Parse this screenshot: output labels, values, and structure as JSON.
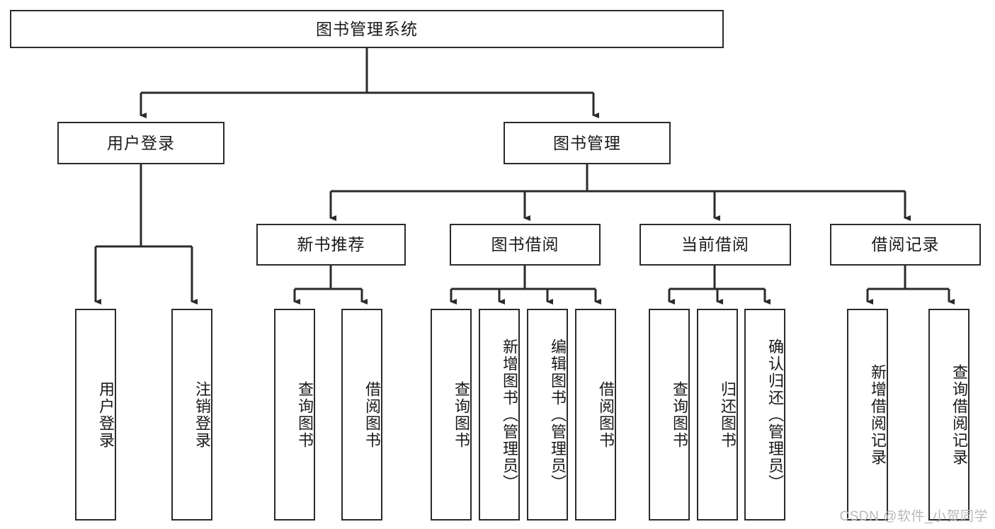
{
  "diagram": {
    "title": "图书管理系统",
    "type": "tree-hierarchy-diagram",
    "colors": {
      "box_border": "#2b2b2b",
      "box_fill": "#ffffff",
      "connector": "#2b2b2b",
      "text": "#1a1a1a",
      "watermark": "#b9b9b9"
    },
    "root": {
      "label": "图书管理系统"
    },
    "level2": [
      {
        "label": "用户登录"
      },
      {
        "label": "图书管理"
      }
    ],
    "level3": [
      {
        "label": "新书推荐"
      },
      {
        "label": "图书借阅"
      },
      {
        "label": "当前借阅"
      },
      {
        "label": "借阅记录"
      }
    ],
    "leaves": {
      "user_login": [
        {
          "label": "用户登录"
        },
        {
          "label": "注销登录"
        }
      ],
      "new_book_recommend": [
        {
          "label": "查询图书"
        },
        {
          "label": "借阅图书"
        }
      ],
      "book_borrow": [
        {
          "label": "查询图书"
        },
        {
          "label": "新增图书（管理员）"
        },
        {
          "label": "编辑图书（管理员）"
        },
        {
          "label": "借阅图书"
        }
      ],
      "current_borrow": [
        {
          "label": "查询图书"
        },
        {
          "label": "归还图书"
        },
        {
          "label": "确认归还（管理员）"
        }
      ],
      "borrow_record": [
        {
          "label": "新增借阅记录"
        },
        {
          "label": "查询借阅记录"
        }
      ]
    }
  },
  "watermark": {
    "text": "CSDN @软件_小贺同学"
  }
}
